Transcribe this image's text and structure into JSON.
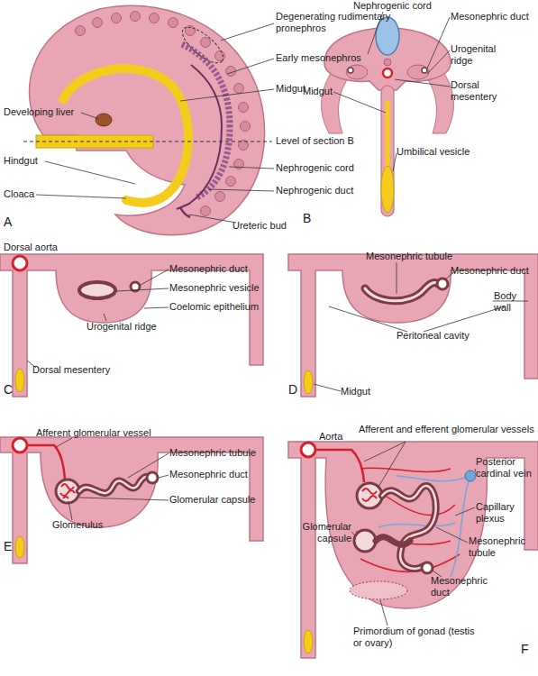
{
  "diagram": {
    "labels": [
      "Degenerating rudimentary pronephros",
      "Early mesonephros",
      "Developing liver",
      "Midgut",
      "Level of section B",
      "Hindgut",
      "Nephrogenic cord",
      "Cloaca",
      "Nephrogenic duct",
      "Ureteric bud",
      "A",
      "Nephrogenic cord",
      "Mesonephric duct",
      "Urogenital ridge",
      "Midgut",
      "Dorsal mesentery",
      "Umbilical vesicle",
      "B",
      "Dorsal aorta",
      "Mesonephric duct",
      "Mesonephric vesicle",
      "Urogenital ridge",
      "Coelomic epithelium",
      "Dorsal mesentery",
      "C",
      "Mesonephric tubule",
      "Mesonephric duct",
      "Body wall",
      "Peritoneal cavity",
      "Midgut",
      "D",
      "Afferent glomerular vessel",
      "Mesonephric tubule",
      "Mesonephric duct",
      "Glomerular capsule",
      "Glomerulus",
      "E",
      "Aorta",
      "Afferent and efferent glomerular vessels",
      "Posterior cardinal vein",
      "Capillary plexus",
      "Glomerular capsule",
      "Mesonephric tubule",
      "Mesonephric duct",
      "Primordium of gonad (testis or ovary)",
      "F"
    ]
  }
}
